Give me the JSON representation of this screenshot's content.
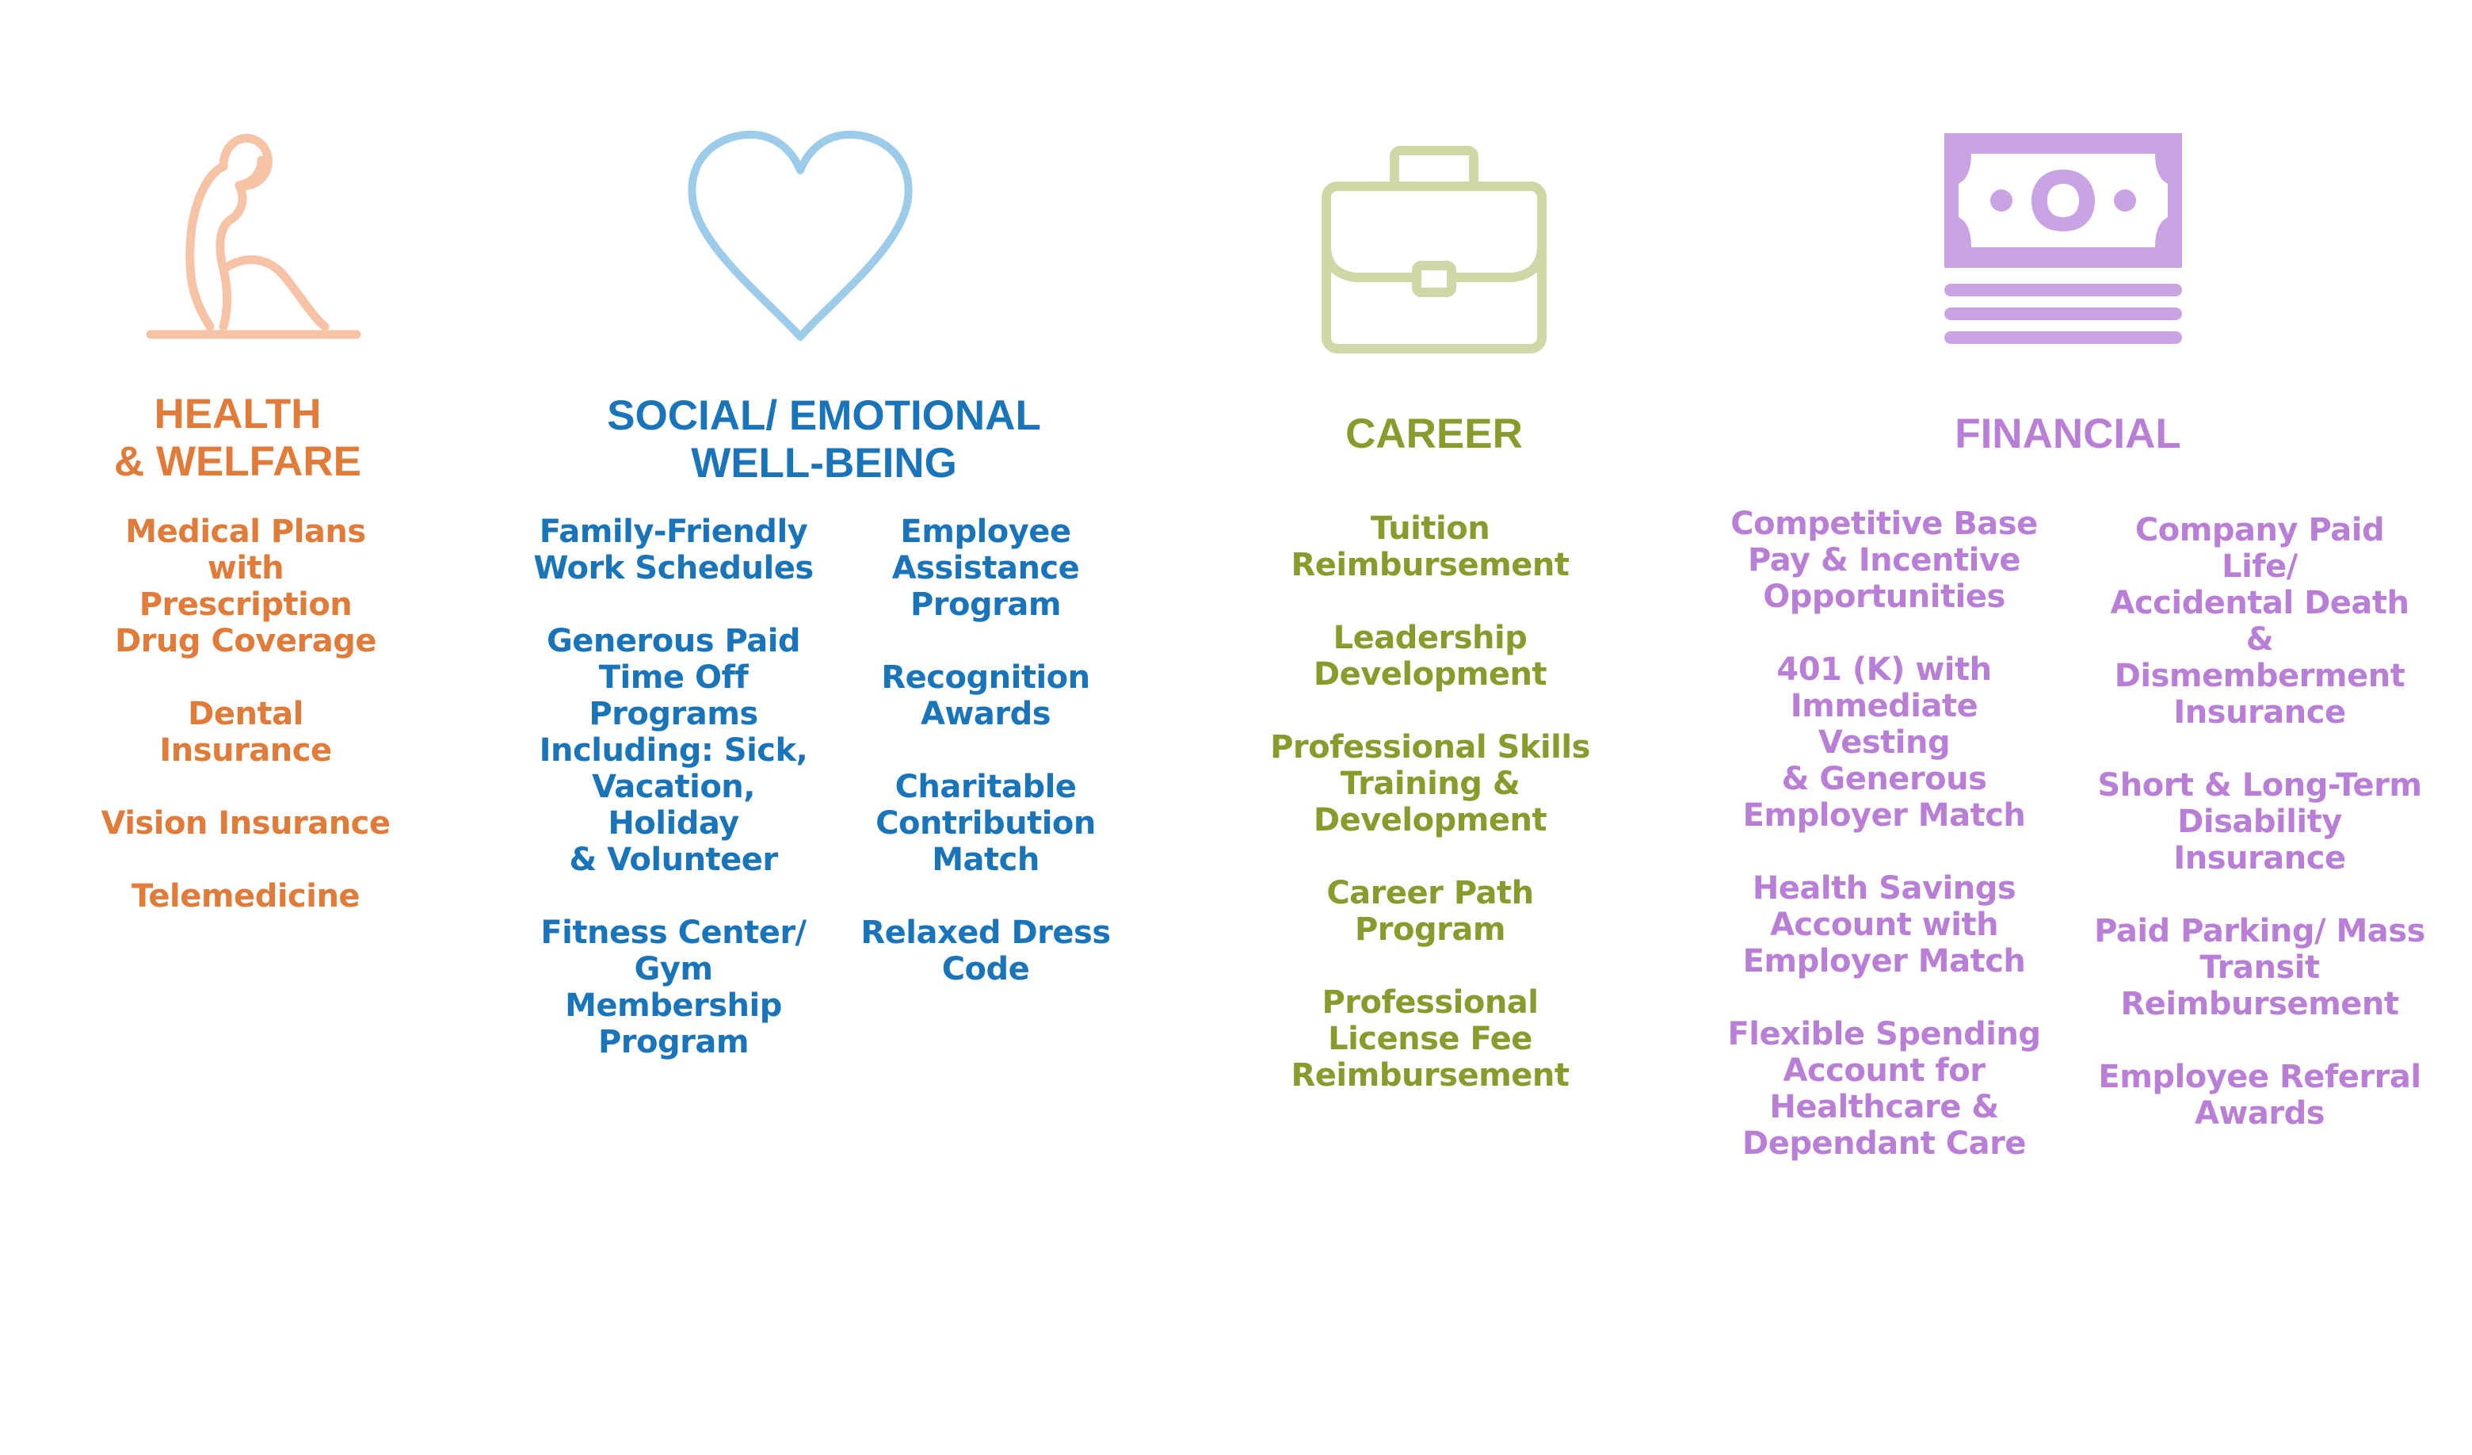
{
  "colors": {
    "health": "#e07b39",
    "health_icon": "#f6c3a6",
    "social": "#1a74b9",
    "social_icon": "#9dcbea",
    "career": "#8a9a2c",
    "career_icon": "#cfd7a6",
    "financial": "#b97fd6",
    "financial_icon": "#c9a3e2"
  },
  "health": {
    "icon": "fitness-person-icon",
    "title": "HEALTH\n& WELFARE",
    "items": [
      "Medical Plans\nwith\nPrescription\nDrug Coverage",
      "Dental\nInsurance",
      "Vision Insurance",
      "Telemedicine"
    ]
  },
  "social": {
    "icon": "heart-icon",
    "title": "SOCIAL/ EMOTIONAL\nWELL-BEING",
    "left_items": [
      "Family-Friendly\nWork Schedules",
      "Generous Paid\nTime Off\nPrograms\nIncluding: Sick,\nVacation, Holiday\n& Volunteer",
      "Fitness Center/\nGym Membership\nProgram"
    ],
    "right_items": [
      "Employee\nAssistance\nProgram",
      "Recognition\nAwards",
      "Charitable\nContribution\nMatch",
      "Relaxed Dress\nCode"
    ]
  },
  "career": {
    "icon": "briefcase-icon",
    "title": "CAREER",
    "items": [
      "Tuition\nReimbursement",
      "Leadership\nDevelopment",
      "Professional Skills\nTraining &\nDevelopment",
      "Career Path\nProgram",
      "Professional\nLicense Fee\nReimbursement"
    ]
  },
  "financial": {
    "icon": "money-bill-icon",
    "title": "FINANCIAL",
    "left_items": [
      "Competitive Base\nPay & Incentive\nOpportunities",
      "401 (K) with\nImmediate Vesting\n& Generous\nEmployer Match",
      "Health Savings\nAccount with\nEmployer Match",
      "Flexible Spending\nAccount for\nHealthcare &\nDependant Care"
    ],
    "right_items": [
      "Company Paid Life/\nAccidental Death &\nDismemberment\nInsurance",
      "Short & Long-Term\nDisability Insurance",
      "Paid Parking/ Mass\nTransit\nReimbursement",
      "Employee Referral\nAwards"
    ]
  }
}
